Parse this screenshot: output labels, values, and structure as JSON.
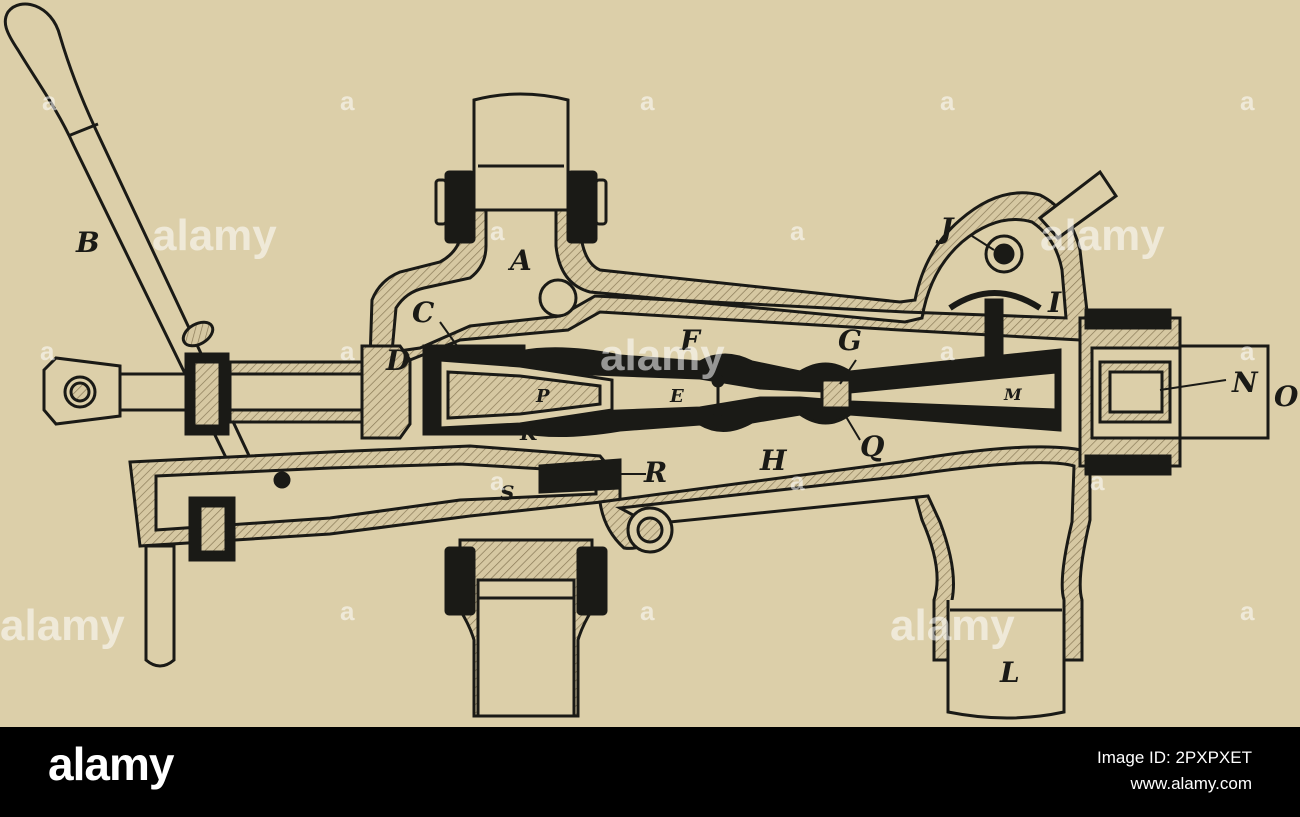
{
  "diagram": {
    "labels": {
      "A": "A",
      "B": "B",
      "C": "C",
      "D": "D",
      "E": "E",
      "F": "F",
      "G": "G",
      "H": "H",
      "I": "I",
      "J": "J",
      "K": "K",
      "L": "L",
      "M": "M",
      "N": "N",
      "O": "O",
      "P": "P",
      "Q": "Q",
      "R": "R",
      "S": "S"
    },
    "colors": {
      "paper": "#dccfa9",
      "ink": "#1a1a16",
      "hatch": "#b7a37c"
    }
  },
  "watermark": {
    "text": "alamy",
    "a_mark": "a"
  },
  "footer": {
    "logo": "alamy",
    "image_id": "Image ID: 2PXPXET",
    "site": "www.alamy.com"
  }
}
